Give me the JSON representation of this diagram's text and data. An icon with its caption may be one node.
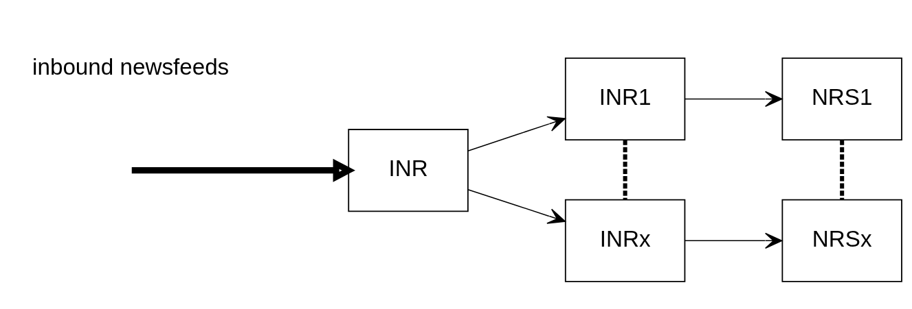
{
  "diagram": {
    "nodes": [
      {
        "text": [
          "INR"
        ]
      },
      {
        "text": [
          "INR1"
        ]
      },
      {
        "text": [
          "INRx"
        ]
      },
      {
        "text": [
          "NRS1"
        ]
      },
      {
        "text": [
          "NRSx"
        ]
      }
    ],
    "edges": [
      {
        "from": null,
        "to": 0,
        "arrow": "to",
        "style": "thick"
      },
      {
        "from": 0,
        "to": 1,
        "arrow": "to"
      },
      {
        "from": 0,
        "to": 2,
        "arrow": "to"
      },
      {
        "from": 1,
        "to": 3,
        "arrow": "to"
      },
      {
        "from": 2,
        "to": 4,
        "arrow": "to"
      },
      {
        "from": 1,
        "to": 2,
        "arrow": "none",
        "style": "dashed"
      },
      {
        "from": 3,
        "to": 4,
        "arrow": "none",
        "style": "dashed"
      }
    ],
    "labels": [
      "inbound newsfeeds"
    ]
  }
}
